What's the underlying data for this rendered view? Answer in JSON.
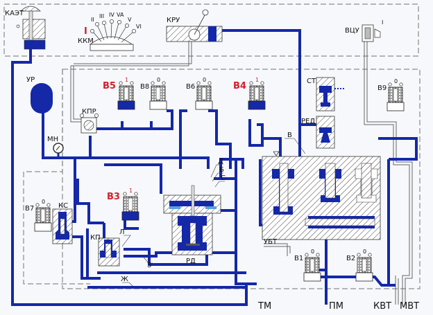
{
  "diagram": {
    "title": "Схема пневматической тормозной системы",
    "colors": {
      "pressure_line": "#1428a8",
      "low_pressure_line": "#8a8a8a",
      "exhaust_chamber": "#5aa0dc",
      "valve_label_active": "#d21f2a",
      "label": "#111111",
      "background": "#f7f8fb"
    },
    "components": {
      "kaet": "КАЭТ",
      "kkm": "ККМ",
      "kru": "КРУ",
      "vcu": "ВЦУ",
      "ur": "УР",
      "mn": "МН",
      "kpr": "КПР",
      "st": "СТ",
      "red": "РЕД",
      "ks": "КС",
      "kp": "КП",
      "rd": "РД",
      "ubt": "УБТ"
    },
    "kkm_positions": [
      "I",
      "II",
      "III",
      "IV",
      "VA",
      "V",
      "VI"
    ],
    "kkm_active_position": "I",
    "vcu_position": "I",
    "valves": [
      {
        "name": "В1",
        "state": "0",
        "active": false
      },
      {
        "name": "В2",
        "state": "0",
        "active": false
      },
      {
        "name": "В3",
        "state": "1",
        "active": true
      },
      {
        "name": "В4",
        "state": "1",
        "active": true
      },
      {
        "name": "В5",
        "state": "1",
        "active": true
      },
      {
        "name": "В6",
        "state": "0",
        "active": false
      },
      {
        "name": "В7",
        "state": "0",
        "active": false
      },
      {
        "name": "В8",
        "state": "0",
        "active": false
      },
      {
        "name": "В9",
        "state": "0",
        "active": false
      }
    ],
    "chambers": {
      "v": "В",
      "d": "Д",
      "b": "Б",
      "s": "С",
      "l": "Л",
      "z": "З",
      "zh": "Ж"
    },
    "lines": {
      "tm": "ТМ",
      "pm": "ПМ",
      "kvt": "КВТ",
      "mvt": "МВТ"
    }
  }
}
